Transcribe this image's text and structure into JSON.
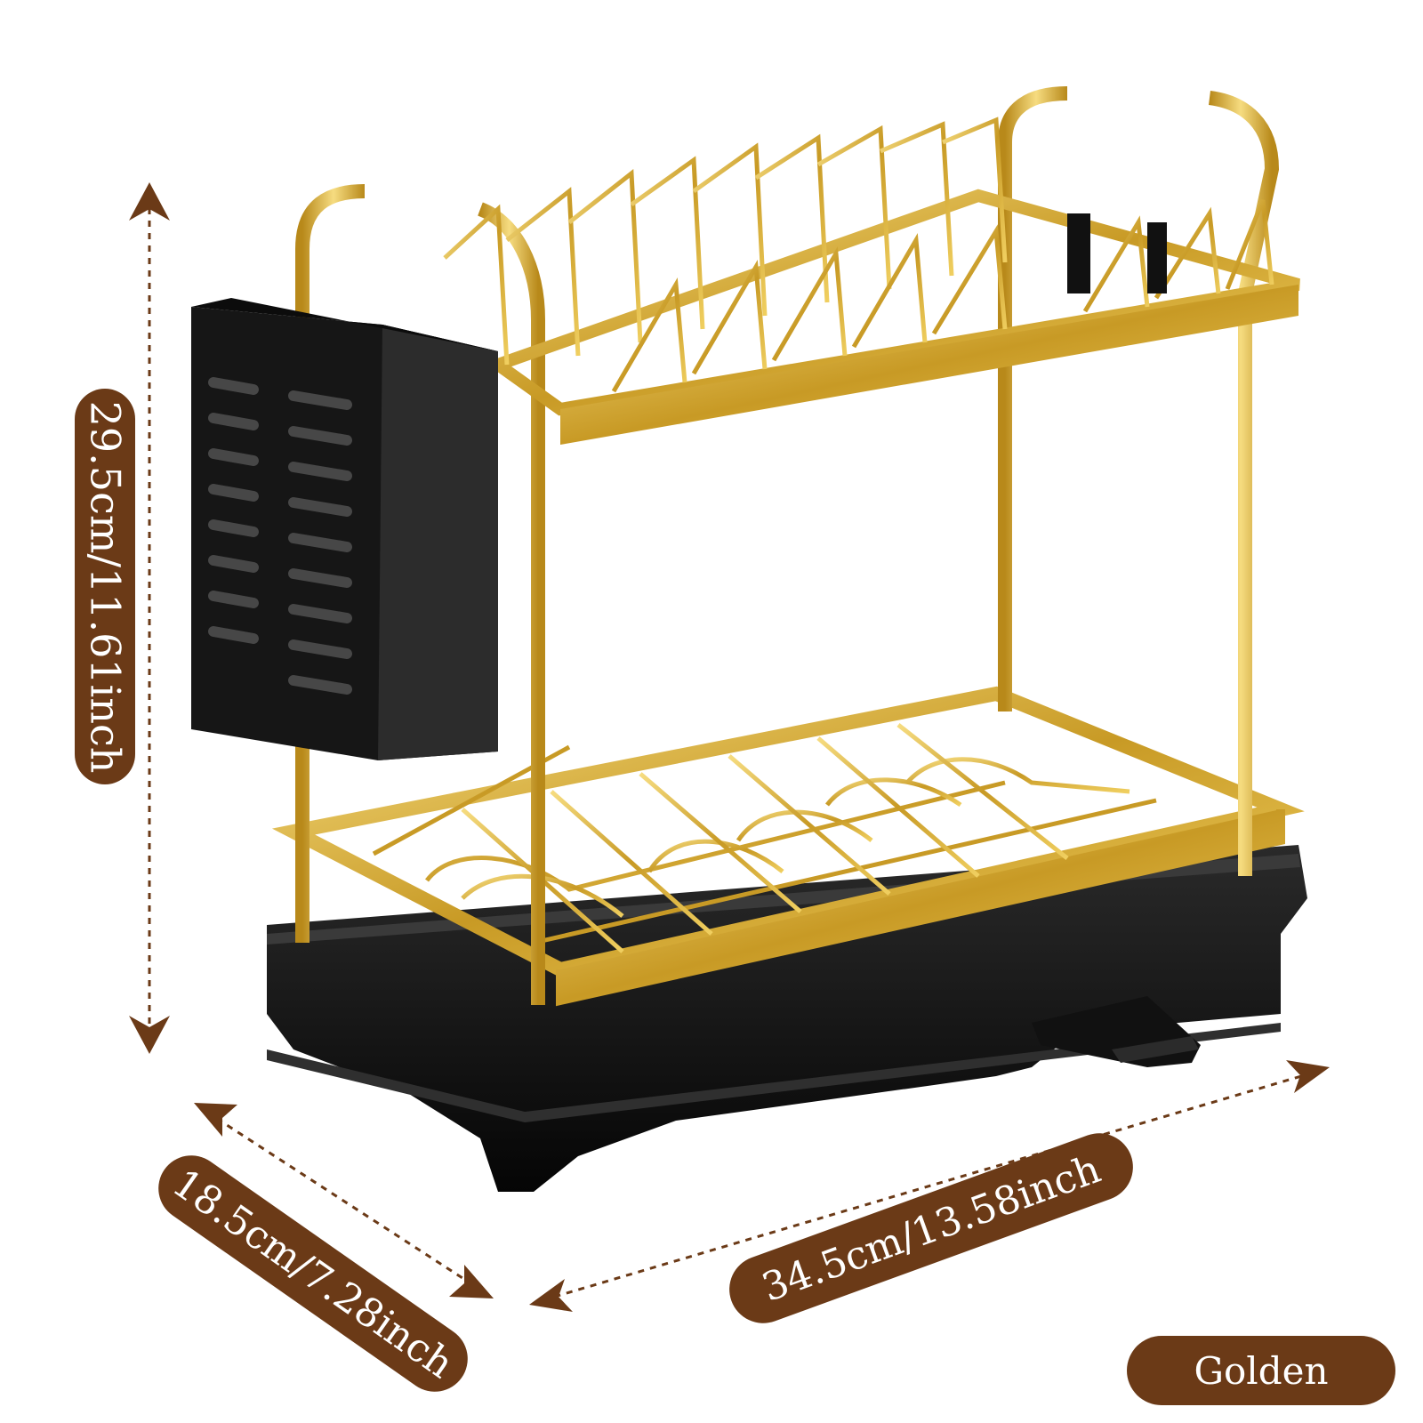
{
  "dimensions": {
    "height_label": "29.5cm/11.61inch",
    "depth_label": "18.5cm/7.28inch",
    "width_label": "34.5cm/13.58inch"
  },
  "color_tag": "Golden",
  "colors": {
    "label_background": "#6b3a17",
    "label_text": "#ffffff",
    "rack_gold": "#d9b13b",
    "tray_black": "#141414"
  }
}
